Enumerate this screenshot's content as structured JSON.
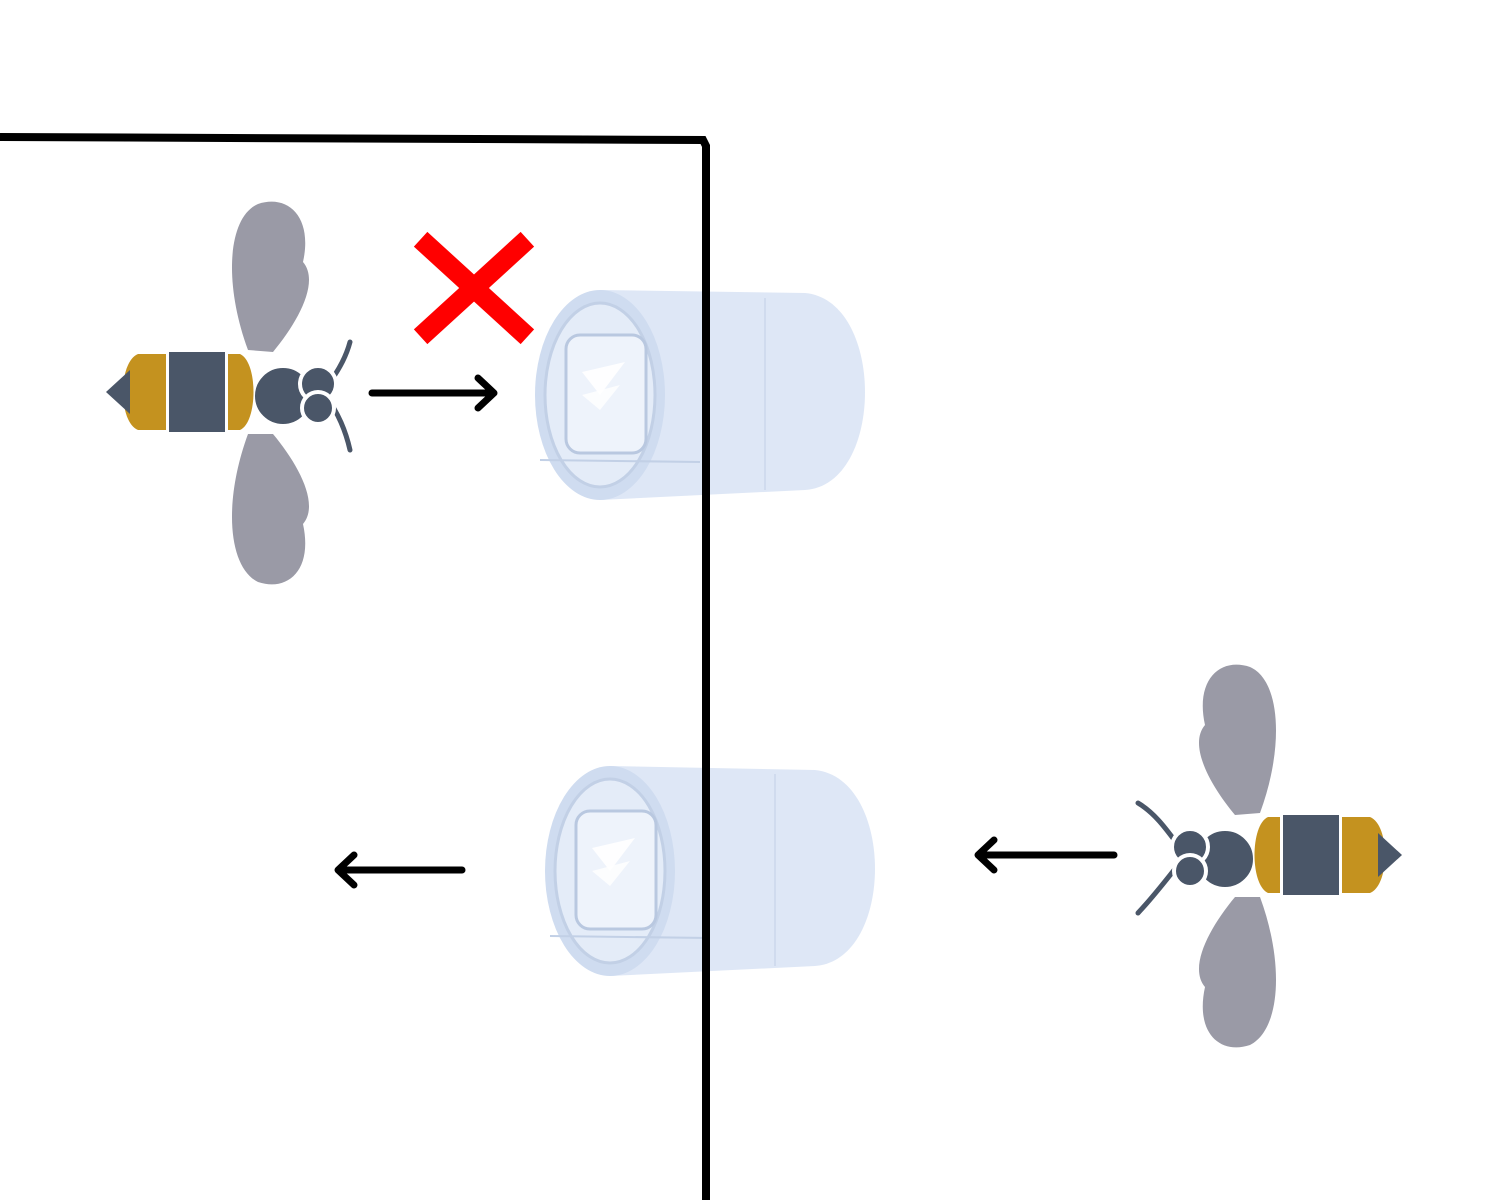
{
  "diagram": {
    "panels": [
      {
        "id": "entry-blocked",
        "bee_facing": "right",
        "bee_side": "inside",
        "arrow_direction": "right",
        "blocked": true,
        "blocked_icon": "cross-icon"
      },
      {
        "id": "exit-allowed",
        "bee_facing": "left",
        "bee_side": "outside",
        "arrow_direction": "left",
        "blocked": false
      }
    ],
    "icons": [
      "bee-icon",
      "arrow-icon",
      "cross-icon",
      "one-way-valve-icon"
    ]
  },
  "colors": {
    "wing": "#9a9aa6",
    "body_dark": "#4a5668",
    "stripe_gold": "#c4921f",
    "wall": "#000000",
    "arrow": "#000000",
    "cross": "#ff0000",
    "valve_fill": "#dce6f5",
    "valve_edge": "#c2d0e6",
    "valve_inner": "#eef3fb"
  }
}
